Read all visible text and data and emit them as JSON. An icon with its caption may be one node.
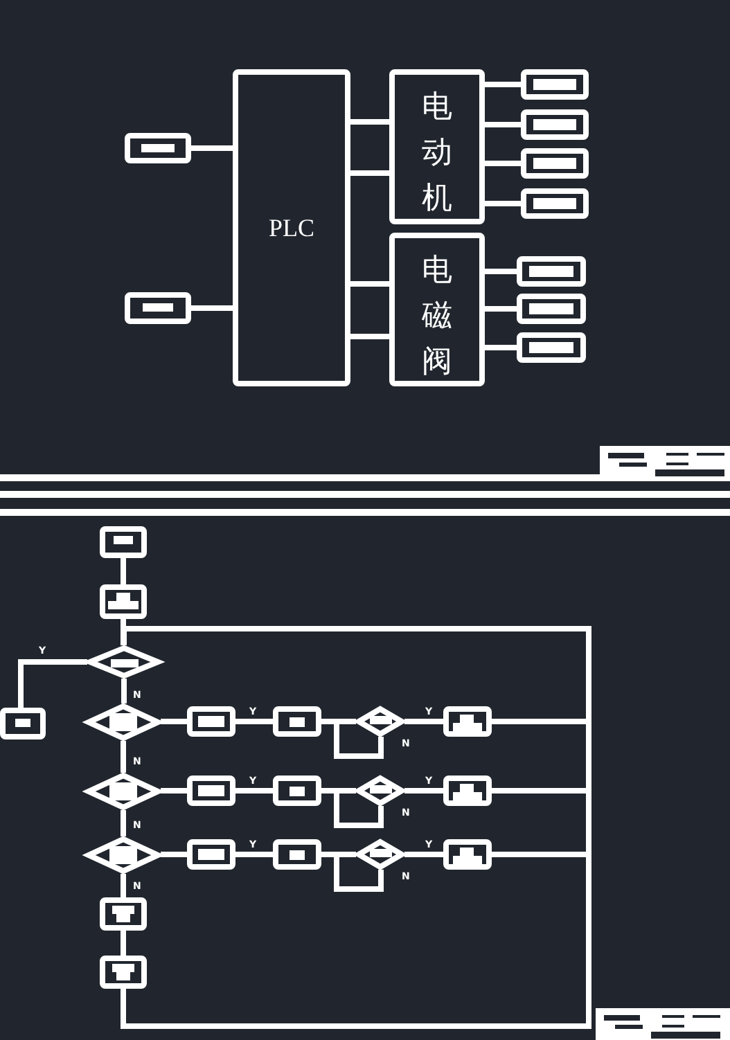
{
  "diagram": {
    "nodes": [
      {
        "text": [
          "PLC"
        ]
      },
      {
        "text": [],
        "shape": "box"
      },
      {
        "text": [],
        "shape": "box"
      },
      {
        "text": [
          "电动机"
        ]
      },
      {
        "text": [
          "电磁阀"
        ]
      },
      {
        "text": [],
        "shape": "box"
      },
      {
        "text": [],
        "shape": "box"
      },
      {
        "text": [],
        "shape": "box"
      },
      {
        "text": [],
        "shape": "box"
      },
      {
        "text": [],
        "shape": "box"
      },
      {
        "text": [],
        "shape": "box"
      },
      {
        "text": [],
        "shape": "box"
      },
      {
        "text": [],
        "shape": "box"
      },
      {
        "text": [],
        "shape": "box"
      },
      {
        "text": [],
        "shape": "diamond"
      },
      {
        "text": [],
        "shape": "box"
      },
      {
        "text": [],
        "shape": "diamond"
      },
      {
        "text": [],
        "shape": "box"
      },
      {
        "text": [],
        "shape": "box"
      },
      {
        "text": [],
        "shape": "diamond"
      },
      {
        "text": [],
        "shape": "box"
      },
      {
        "text": [],
        "shape": "diamond"
      },
      {
        "text": [],
        "shape": "box"
      },
      {
        "text": [],
        "shape": "box"
      },
      {
        "text": [],
        "shape": "diamond"
      },
      {
        "text": [],
        "shape": "box"
      },
      {
        "text": [],
        "shape": "diamond"
      },
      {
        "text": [],
        "shape": "box"
      },
      {
        "text": [],
        "shape": "box"
      },
      {
        "text": [],
        "shape": "diamond"
      },
      {
        "text": [],
        "shape": "box"
      },
      {
        "text": [],
        "shape": "box"
      },
      {
        "text": [],
        "shape": "box"
      }
    ],
    "edges": [
      {
        "from": 1,
        "to": 0,
        "arrow": "none"
      },
      {
        "from": 2,
        "to": 0,
        "arrow": "none"
      },
      {
        "from": 0,
        "to": 3,
        "arrow": "none"
      },
      {
        "from": 0,
        "to": 3,
        "arrow": "none"
      },
      {
        "from": 0,
        "to": 4,
        "arrow": "none"
      },
      {
        "from": 0,
        "to": 4,
        "arrow": "none"
      },
      {
        "from": 3,
        "to": 5,
        "arrow": "none"
      },
      {
        "from": 3,
        "to": 6,
        "arrow": "none"
      },
      {
        "from": 3,
        "to": 7,
        "arrow": "none"
      },
      {
        "from": 3,
        "to": 8,
        "arrow": "none"
      },
      {
        "from": 4,
        "to": 9,
        "arrow": "none"
      },
      {
        "from": 4,
        "to": 10,
        "arrow": "none"
      },
      {
        "from": 4,
        "to": 11,
        "arrow": "none"
      },
      {
        "from": 12,
        "to": 13,
        "arrow": "none"
      },
      {
        "from": 13,
        "to": 14,
        "arrow": "none"
      },
      {
        "from": 14,
        "to": 15,
        "arrow": "none",
        "label": "Y"
      },
      {
        "from": 14,
        "to": 16,
        "arrow": "none",
        "label": "N"
      },
      {
        "from": 16,
        "to": 17,
        "arrow": "none"
      },
      {
        "from": 17,
        "to": 18,
        "arrow": "none",
        "label": "Y"
      },
      {
        "from": 18,
        "to": 19,
        "arrow": "none"
      },
      {
        "from": 19,
        "to": 20,
        "arrow": "none",
        "label": "Y"
      },
      {
        "from": 19,
        "to": 18,
        "arrow": "none",
        "label": "N"
      },
      {
        "from": 20,
        "to": 14,
        "arrow": "none"
      },
      {
        "from": 16,
        "to": 21,
        "arrow": "none",
        "label": "N"
      },
      {
        "from": 21,
        "to": 22,
        "arrow": "none"
      },
      {
        "from": 22,
        "to": 23,
        "arrow": "none",
        "label": "Y"
      },
      {
        "from": 23,
        "to": 24,
        "arrow": "none"
      },
      {
        "from": 24,
        "to": 25,
        "arrow": "none",
        "label": "Y"
      },
      {
        "from": 24,
        "to": 23,
        "arrow": "none",
        "label": "N"
      },
      {
        "from": 25,
        "to": 14,
        "arrow": "none"
      },
      {
        "from": 21,
        "to": 26,
        "arrow": "none",
        "label": "N"
      },
      {
        "from": 26,
        "to": 27,
        "arrow": "none"
      },
      {
        "from": 27,
        "to": 28,
        "arrow": "none",
        "label": "Y"
      },
      {
        "from": 28,
        "to": 29,
        "arrow": "none"
      },
      {
        "from": 29,
        "to": 30,
        "arrow": "none",
        "label": "Y"
      },
      {
        "from": 29,
        "to": 28,
        "arrow": "none",
        "label": "N"
      },
      {
        "from": 30,
        "to": 14,
        "arrow": "none"
      },
      {
        "from": 26,
        "to": 31,
        "arrow": "none",
        "label": "N"
      },
      {
        "from": 31,
        "to": 32,
        "arrow": "none"
      },
      {
        "from": 32,
        "to": 14,
        "arrow": "none"
      }
    ]
  }
}
